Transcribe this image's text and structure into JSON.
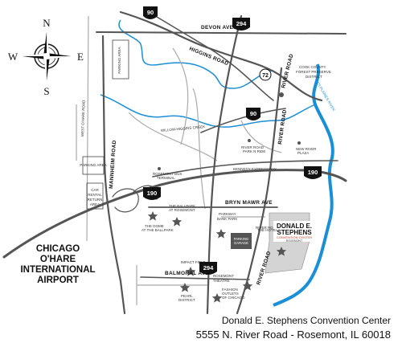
{
  "compass": {
    "north": "N",
    "south": "S",
    "east": "E",
    "west": "W"
  },
  "airport": {
    "line1": "CHICAGO",
    "line2": "O'HARE",
    "line3": "INTERNATIONAL",
    "line4": "AIRPORT"
  },
  "roads": {
    "devon": "DEVON AVENUE",
    "higgins": "HIGGINS ROAD",
    "bryn_mawr": "BRYN MAWR AVE",
    "balmoral": "BALMORAL AVE",
    "mannheim": "MANNHEIM ROAD",
    "river_road": "RIVER ROAD",
    "river_road_north": "RIVER ROAD",
    "river_road_middle": "RIVER ROAD",
    "kennedy": "KENNEDY EXPRESSWAY",
    "willow": "WILLOW-HIGGINS CREEK",
    "des_plaines_river": "DES PLAINES RIVER",
    "west_frontage": "WEST O'HARE ROAD",
    "river_rd_small": "RIVER RD"
  },
  "shields": {
    "i90_top": "90",
    "i294_top": "294",
    "r72": "72",
    "i90_mid": "90",
    "i190_right": "190",
    "i190_left": "190",
    "i294_bottom": "294"
  },
  "places": {
    "forest_preserve_1": "COOK COUNTY",
    "forest_preserve_2": "FOREST PRESERVE",
    "forest_preserve_3": "DISTRICT",
    "parking_north": "PARKING AREA",
    "parking_west": "PARKING AREA",
    "car_rental_1": "CAR",
    "car_rental_2": "RENTAL",
    "car_rental_3": "RETURN",
    "car_rental_4": "AREA",
    "rosemont_station_1": "ROSEMONT BUS",
    "rosemont_station_2": "TERMINAL",
    "cta_1": "RIVER ROAD",
    "cta_2": "PARK N RIDE",
    "cta_3": "NEW RIVER",
    "cta_4": "PLAZA",
    "ballpark_1": "THE BALLPARK",
    "ballpark_2": "AT ROSEMONT",
    "dome_1": "THE DOME",
    "dome_2": "AT THE BALLPARK",
    "parkway_1": "PARKWAY",
    "parkway_2": "BANK PARK",
    "parking_garage_1": "PARKING",
    "parking_garage_2": "GARAGE",
    "the_hotel": "THE HOTEL",
    "impact_field": "IMPACT FIELD",
    "pearl_1": "PEARL",
    "pearl_2": "DISTRICT",
    "rosemont_theatre_1": "ROSEMONT",
    "rosemont_theatre_2": "THEATRE",
    "fashion_1": "FASHION",
    "fashion_2": "OUTLETS",
    "fashion_3": "OF CHICAGO",
    "dsc_1": "DONALD E.",
    "dsc_2": "STEPHENS",
    "dsc_3": "CONVENTION CENTER",
    "dsc_4": "ROSEMONT"
  },
  "caption": {
    "line1": "Donald E. Stephens Convention Center",
    "line2": "5555 N. River Road - Rosemont, IL 60018"
  },
  "colors": {
    "river": "#1a8fd6",
    "road": "#555555",
    "road_light": "#9a9a9a",
    "building": "#d4d4d4",
    "garage": "#555555"
  }
}
